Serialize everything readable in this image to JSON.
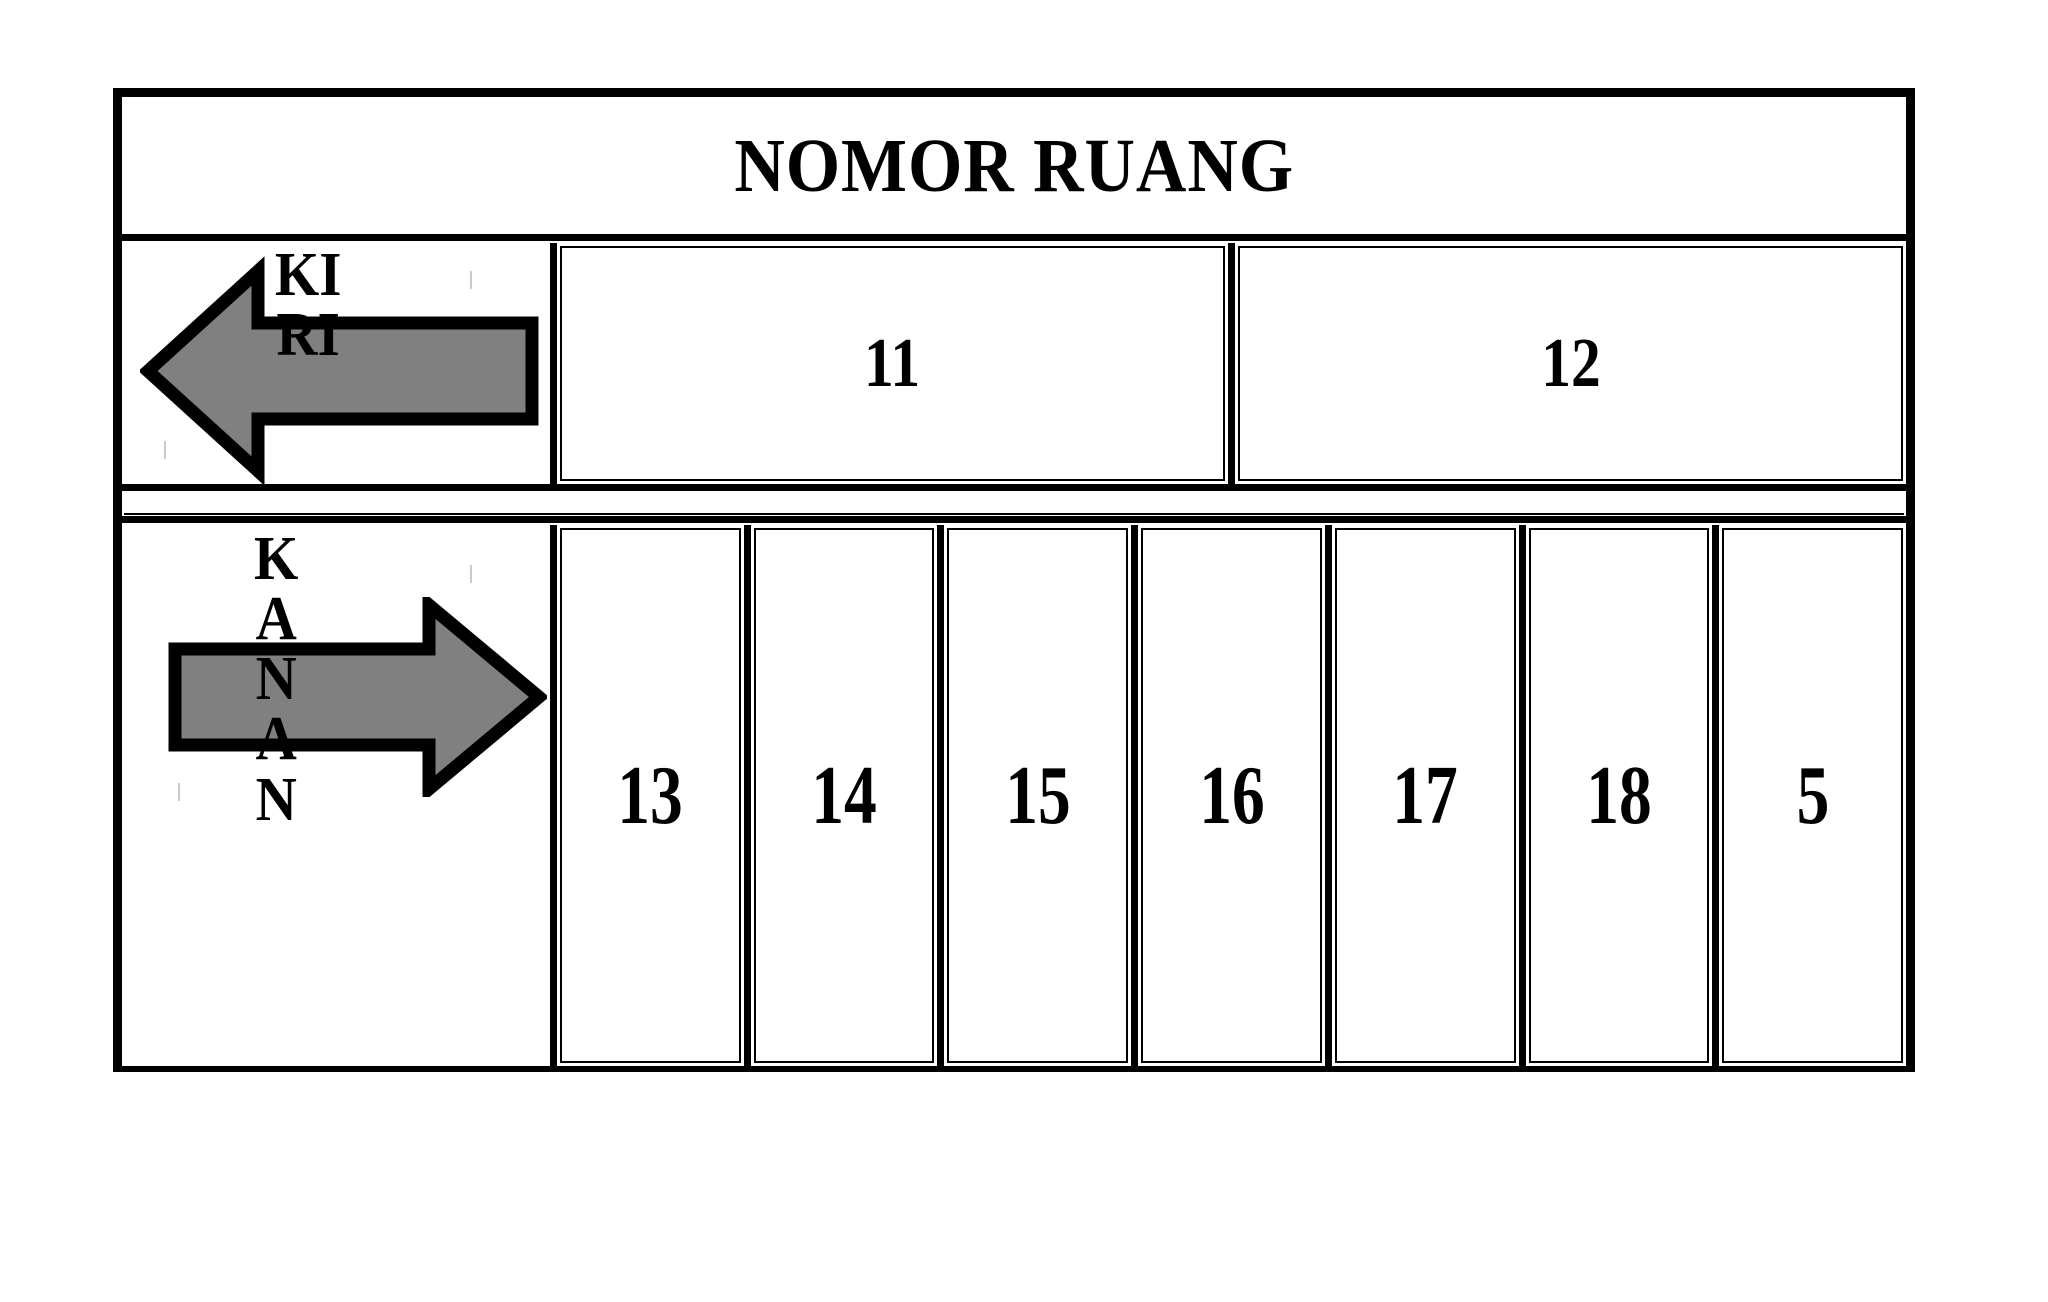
{
  "board": {
    "header": {
      "title": "NOMOR RUANG"
    },
    "colors": {
      "arrow_fill": "#808080",
      "arrow_outline": "#000000",
      "border": "#000000",
      "background": "#ffffff"
    },
    "rows": [
      {
        "id": "row-upper",
        "direction": {
          "label": "KI\nRI",
          "label_plain": "KIRI",
          "arrow_icon": "arrow-left-icon",
          "points": "left"
        },
        "cells": [
          {
            "number": "11"
          },
          {
            "number": "12"
          }
        ]
      },
      {
        "id": "row-lower",
        "direction": {
          "label": "K\nA\nN\nA\nN",
          "label_plain": "KANAN",
          "arrow_icon": "arrow-right-icon",
          "points": "right"
        },
        "cells": [
          {
            "number": "13"
          },
          {
            "number": "14"
          },
          {
            "number": "15"
          },
          {
            "number": "16"
          },
          {
            "number": "17"
          },
          {
            "number": "18"
          },
          {
            "number": "5"
          }
        ]
      }
    ]
  }
}
